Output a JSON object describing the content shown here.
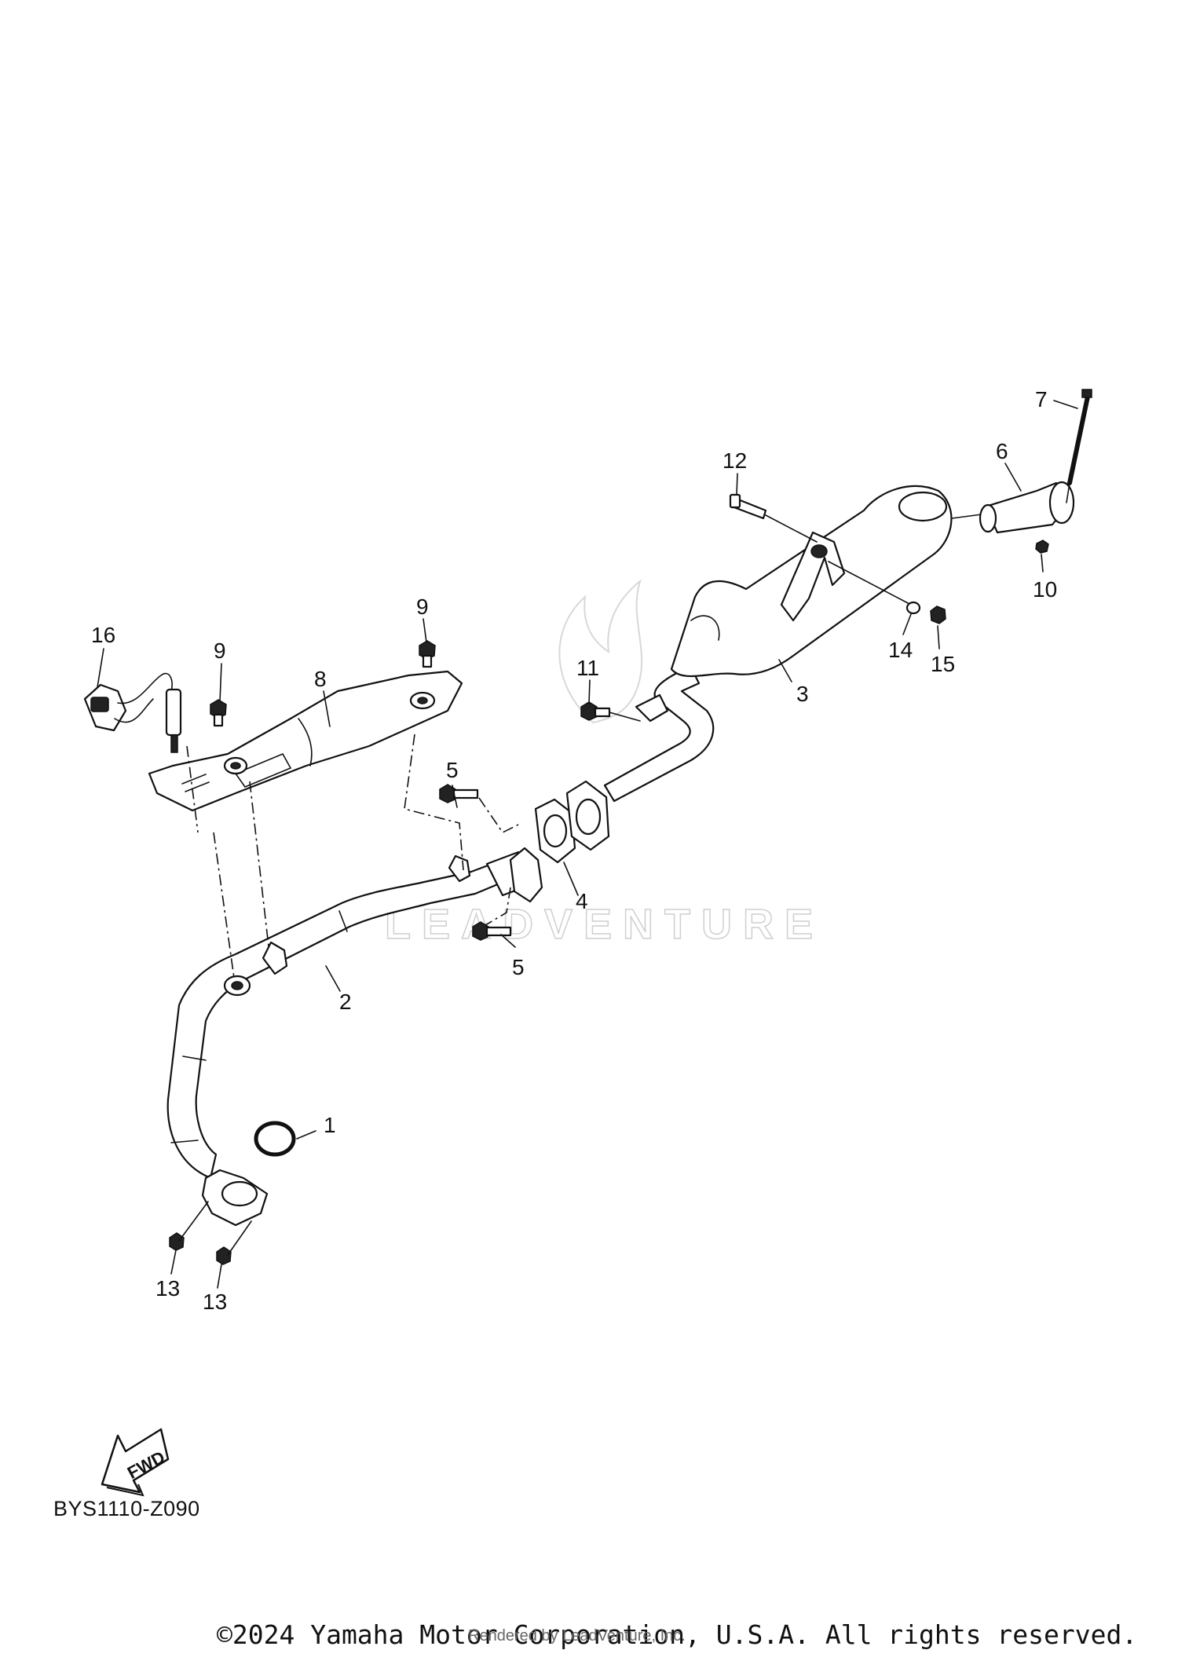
{
  "diagram": {
    "code": "BYS1110-Z090",
    "copyright": "©2024 Yamaha Motor Corporation, U.S.A. All rights reserved.",
    "rendered_by": "Rendered by LeadVenture, Inc.",
    "watermark": "LEADVENTURE",
    "fwd_label": "FWD",
    "callouts": {
      "c1": "1",
      "c2": "2",
      "c3": "3",
      "c4": "4",
      "c5a": "5",
      "c5b": "5",
      "c6": "6",
      "c7": "7",
      "c8": "8",
      "c9a": "9",
      "c9b": "9",
      "c10": "10",
      "c11": "11",
      "c12": "12",
      "c13a": "13",
      "c13b": "13",
      "c14": "14",
      "c15": "15",
      "c16": "16"
    }
  },
  "icons": [
    "fwd-arrow-icon",
    "leadventure-flame-icon"
  ]
}
